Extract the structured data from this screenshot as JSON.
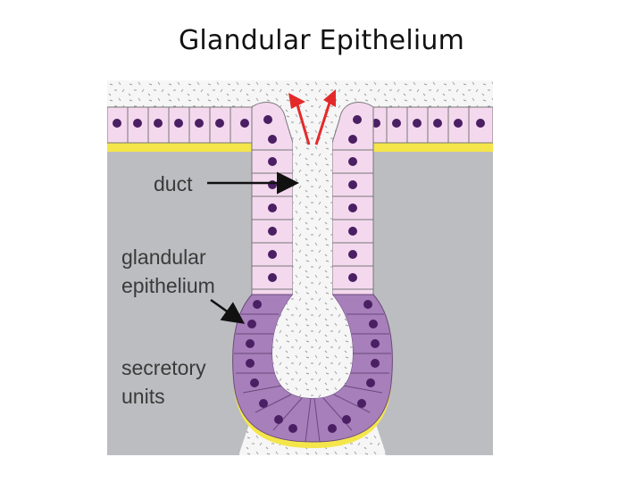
{
  "title": "Glandular Epithelium",
  "diagram": {
    "labels": {
      "duct": "duct",
      "glandular_line1": "glandular",
      "glandular_line2": "epithelium",
      "secretory_line1": "secretory",
      "secretory_line2": "units"
    },
    "colors": {
      "background_tissue": "#bcbdc0",
      "lumen": "#f6f6f6",
      "surface_cell": "#f4d9ee",
      "secretory_cell": "#a77fba",
      "nucleus": "#4b1f63",
      "basement_membrane": "#f4e64a",
      "secretion_arrow": "#e32a2a",
      "label_arrow": "#111111"
    }
  }
}
